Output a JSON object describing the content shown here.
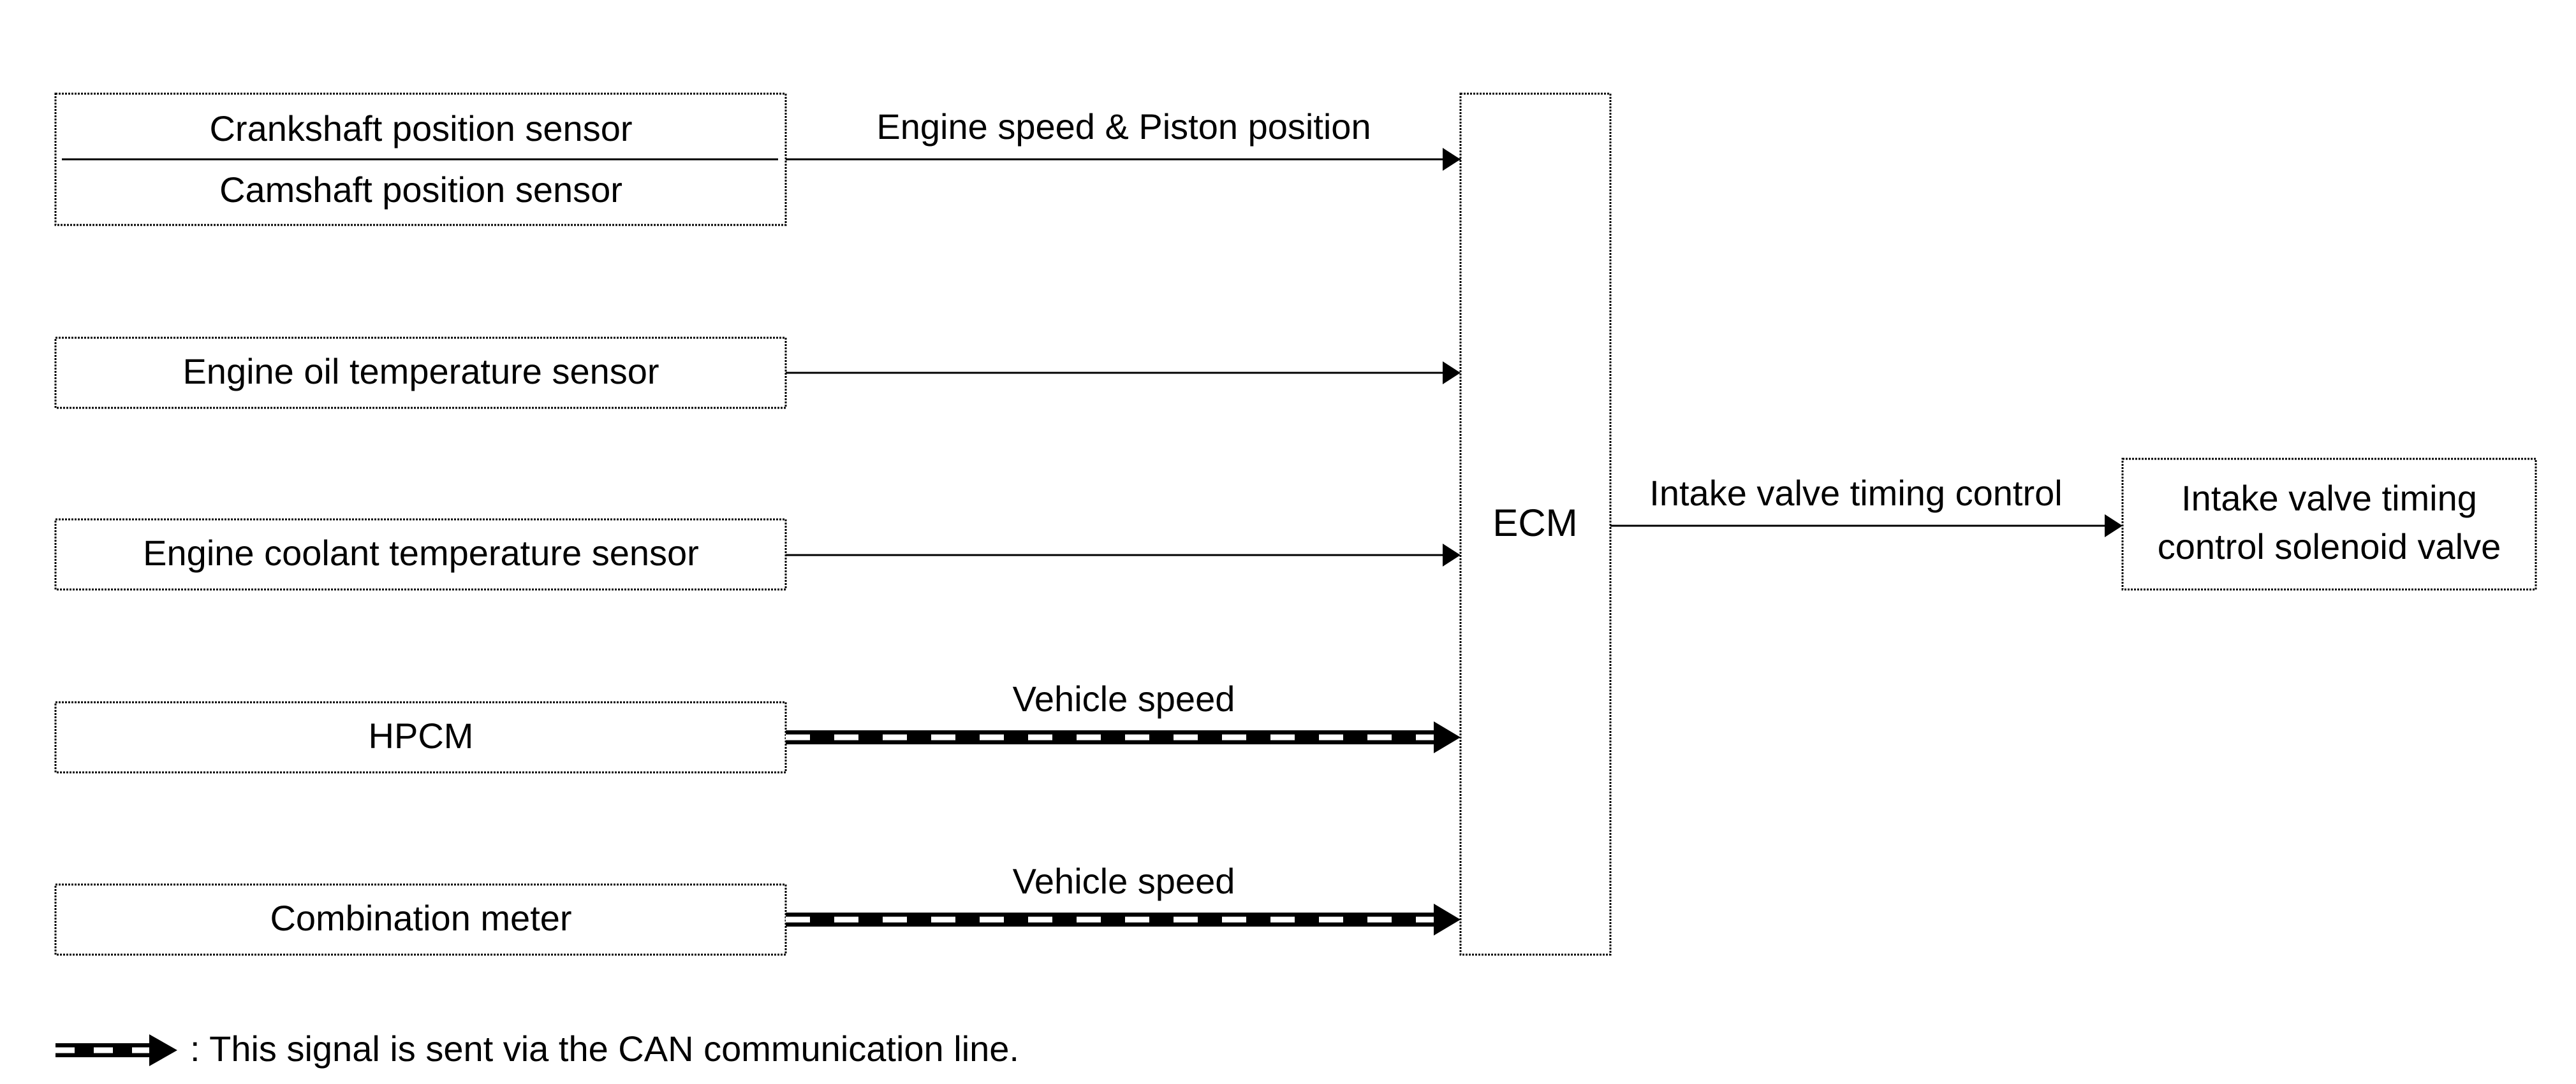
{
  "boxes": {
    "crank_cam": {
      "line1": "Crankshaft position sensor",
      "line2": "Camshaft position sensor"
    },
    "oil_temp": {
      "label": "Engine oil temperature sensor"
    },
    "coolant_temp": {
      "label": "Engine coolant temperature sensor"
    },
    "hpcm": {
      "label": "HPCM"
    },
    "combination_meter": {
      "label": "Combination meter"
    },
    "ecm": {
      "label": "ECM"
    },
    "solenoid": {
      "line1": "Intake valve timing",
      "line2": "control solenoid valve"
    }
  },
  "signals": {
    "crank_cam_to_ecm": "Engine speed & Piston position",
    "hpcm_to_ecm": "Vehicle speed",
    "meter_to_ecm": "Vehicle speed",
    "ecm_to_solenoid": "Intake valve timing control"
  },
  "legend": {
    "text": ": This signal is sent via the CAN communication line."
  },
  "colors": {
    "line": "#000000",
    "background": "#ffffff"
  }
}
